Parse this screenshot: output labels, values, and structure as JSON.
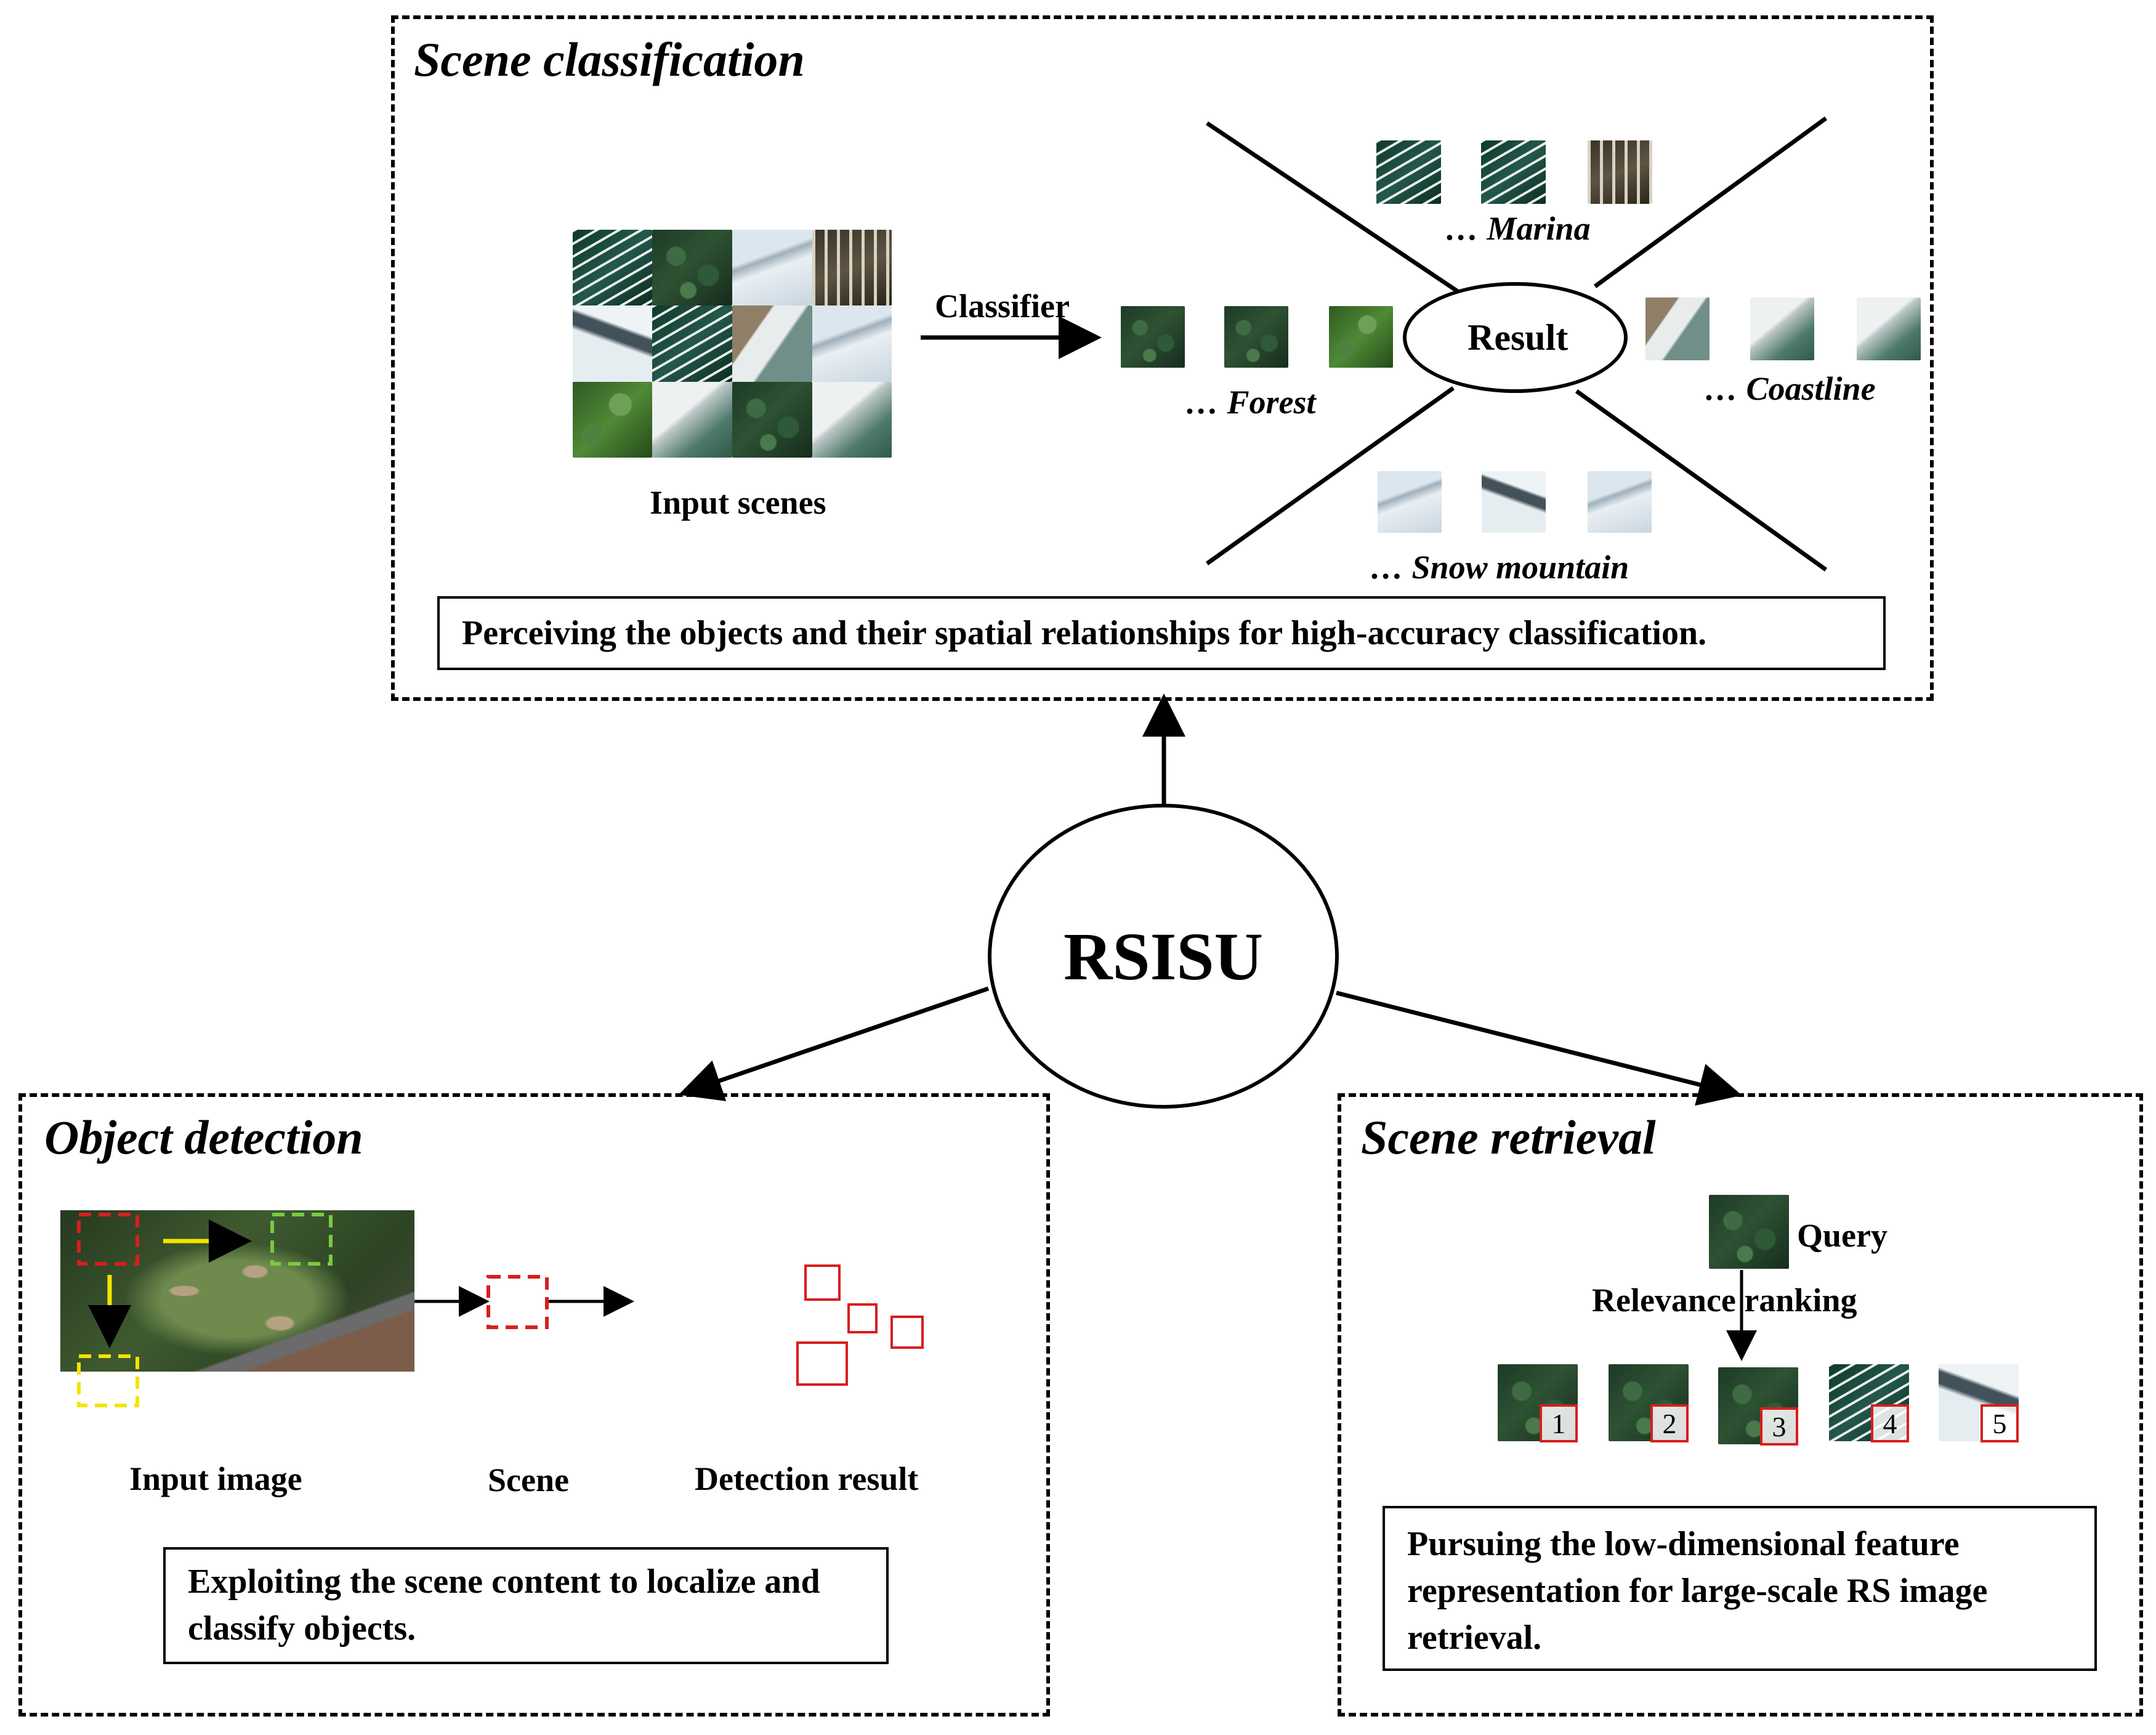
{
  "center": {
    "label": "RSISU"
  },
  "scene_classification": {
    "title": "Scene classification",
    "input_label": "Input scenes",
    "arrow_label": "Classifier",
    "result_label": "Result",
    "classes": {
      "marina": "… Marina",
      "forest": "… Forest",
      "coastline": "… Coastline",
      "snow_mountain": "… Snow mountain"
    },
    "description": "Perceiving the objects and their spatial relationships for high-accuracy classification."
  },
  "object_detection": {
    "title": "Object detection",
    "labels": {
      "input": "Input image",
      "scene": "Scene",
      "result": "Detection result"
    },
    "description": "Exploiting the scene content to localize and classify objects."
  },
  "scene_retrieval": {
    "title": "Scene retrieval",
    "query_label": "Query",
    "ranking_label": "Relevance ranking",
    "ranks": [
      "1",
      "2",
      "3",
      "4",
      "5"
    ],
    "description": "Pursuing the low-dimensional feature representation for large-scale RS image retrieval."
  },
  "colors": {
    "line": "#000000",
    "highlight_red": "#d61f1f",
    "highlight_yellow": "#f3e400",
    "highlight_green": "#7ac943"
  }
}
